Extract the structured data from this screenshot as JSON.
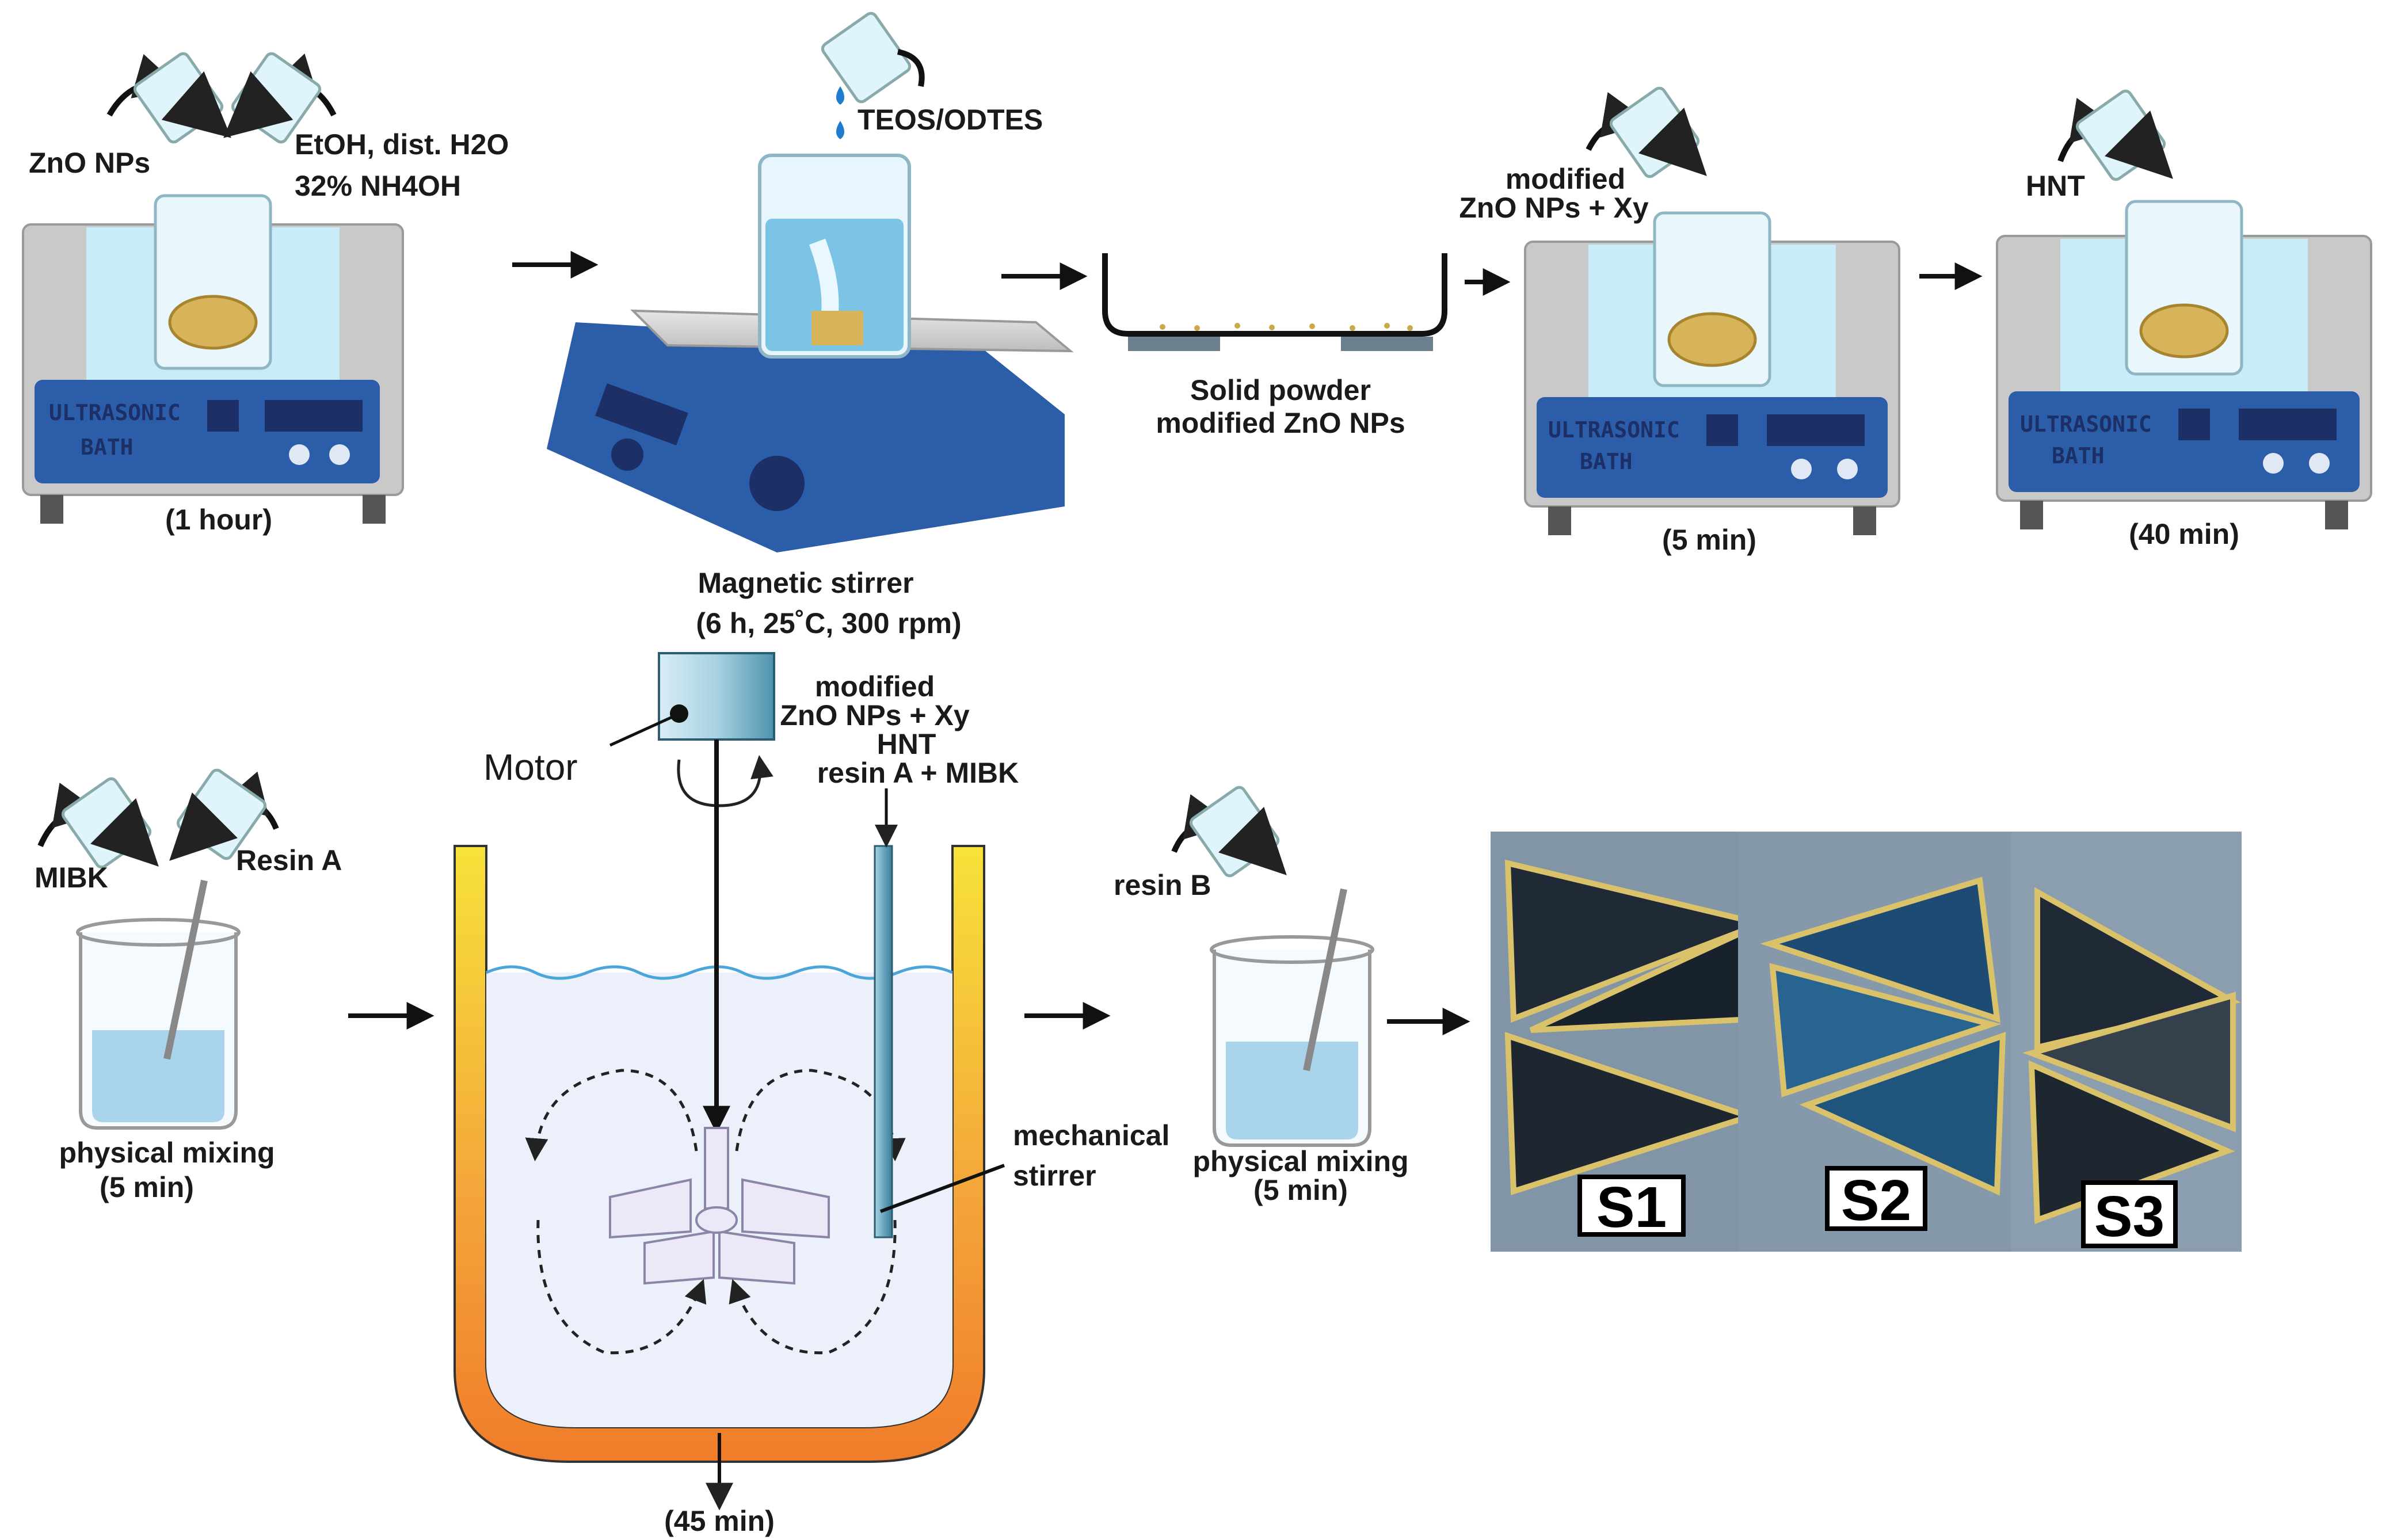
{
  "step1": {
    "reagent_left": "ZnO NPs",
    "reagent_right_line1": "EtOH, dist. H2O",
    "reagent_right_line2": "32% NH4OH",
    "bath_line1": "ULTRASONIC",
    "bath_line2": "BATH",
    "duration": "(1 hour)"
  },
  "step2": {
    "reagent": "TEOS/ODTES",
    "label_line1": "Magnetic stirrer",
    "label_line2": "(6 h, 25˚C, 300 rpm)"
  },
  "step3": {
    "label_line1": "Solid powder",
    "label_line2": "modified ZnO NPs"
  },
  "step4": {
    "reagent_line1": "modified",
    "reagent_line2": "ZnO NPs + Xy",
    "bath_line1": "ULTRASONIC",
    "bath_line2": "BATH",
    "duration": "(5 min)"
  },
  "step5": {
    "reagent": "HNT",
    "bath_line1": "ULTRASONIC",
    "bath_line2": "BATH",
    "duration": "(40 min)"
  },
  "step6": {
    "reagent_left": "MIBK",
    "reagent_right": "Resin A",
    "label_line1": "physical mixing",
    "label_line2": "(5 min)"
  },
  "reactor": {
    "motor_label": "Motor",
    "feed_line1": "modified",
    "feed_line2": "ZnO NPs + Xy",
    "feed_line3": "HNT",
    "feed_line4": "resin A + MIBK",
    "stirrer_line1": "mechanical",
    "stirrer_line2": "stirrer",
    "duration": "(45 min)"
  },
  "step7": {
    "reagent": "resin B",
    "label_line1": "physical mixing",
    "label_line2": "(5 min)"
  },
  "samples": {
    "s1": "S1",
    "s2": "S2",
    "s3": "S3"
  },
  "colors": {
    "bath_water": "#c8ecf8",
    "bath_body": "#c9c9c9",
    "panel_blue": "#2b5da8",
    "vessel_orange": "#f07c2a",
    "vessel_yellow": "#f5d23c",
    "liquid_blue": "#a9d4ec"
  }
}
